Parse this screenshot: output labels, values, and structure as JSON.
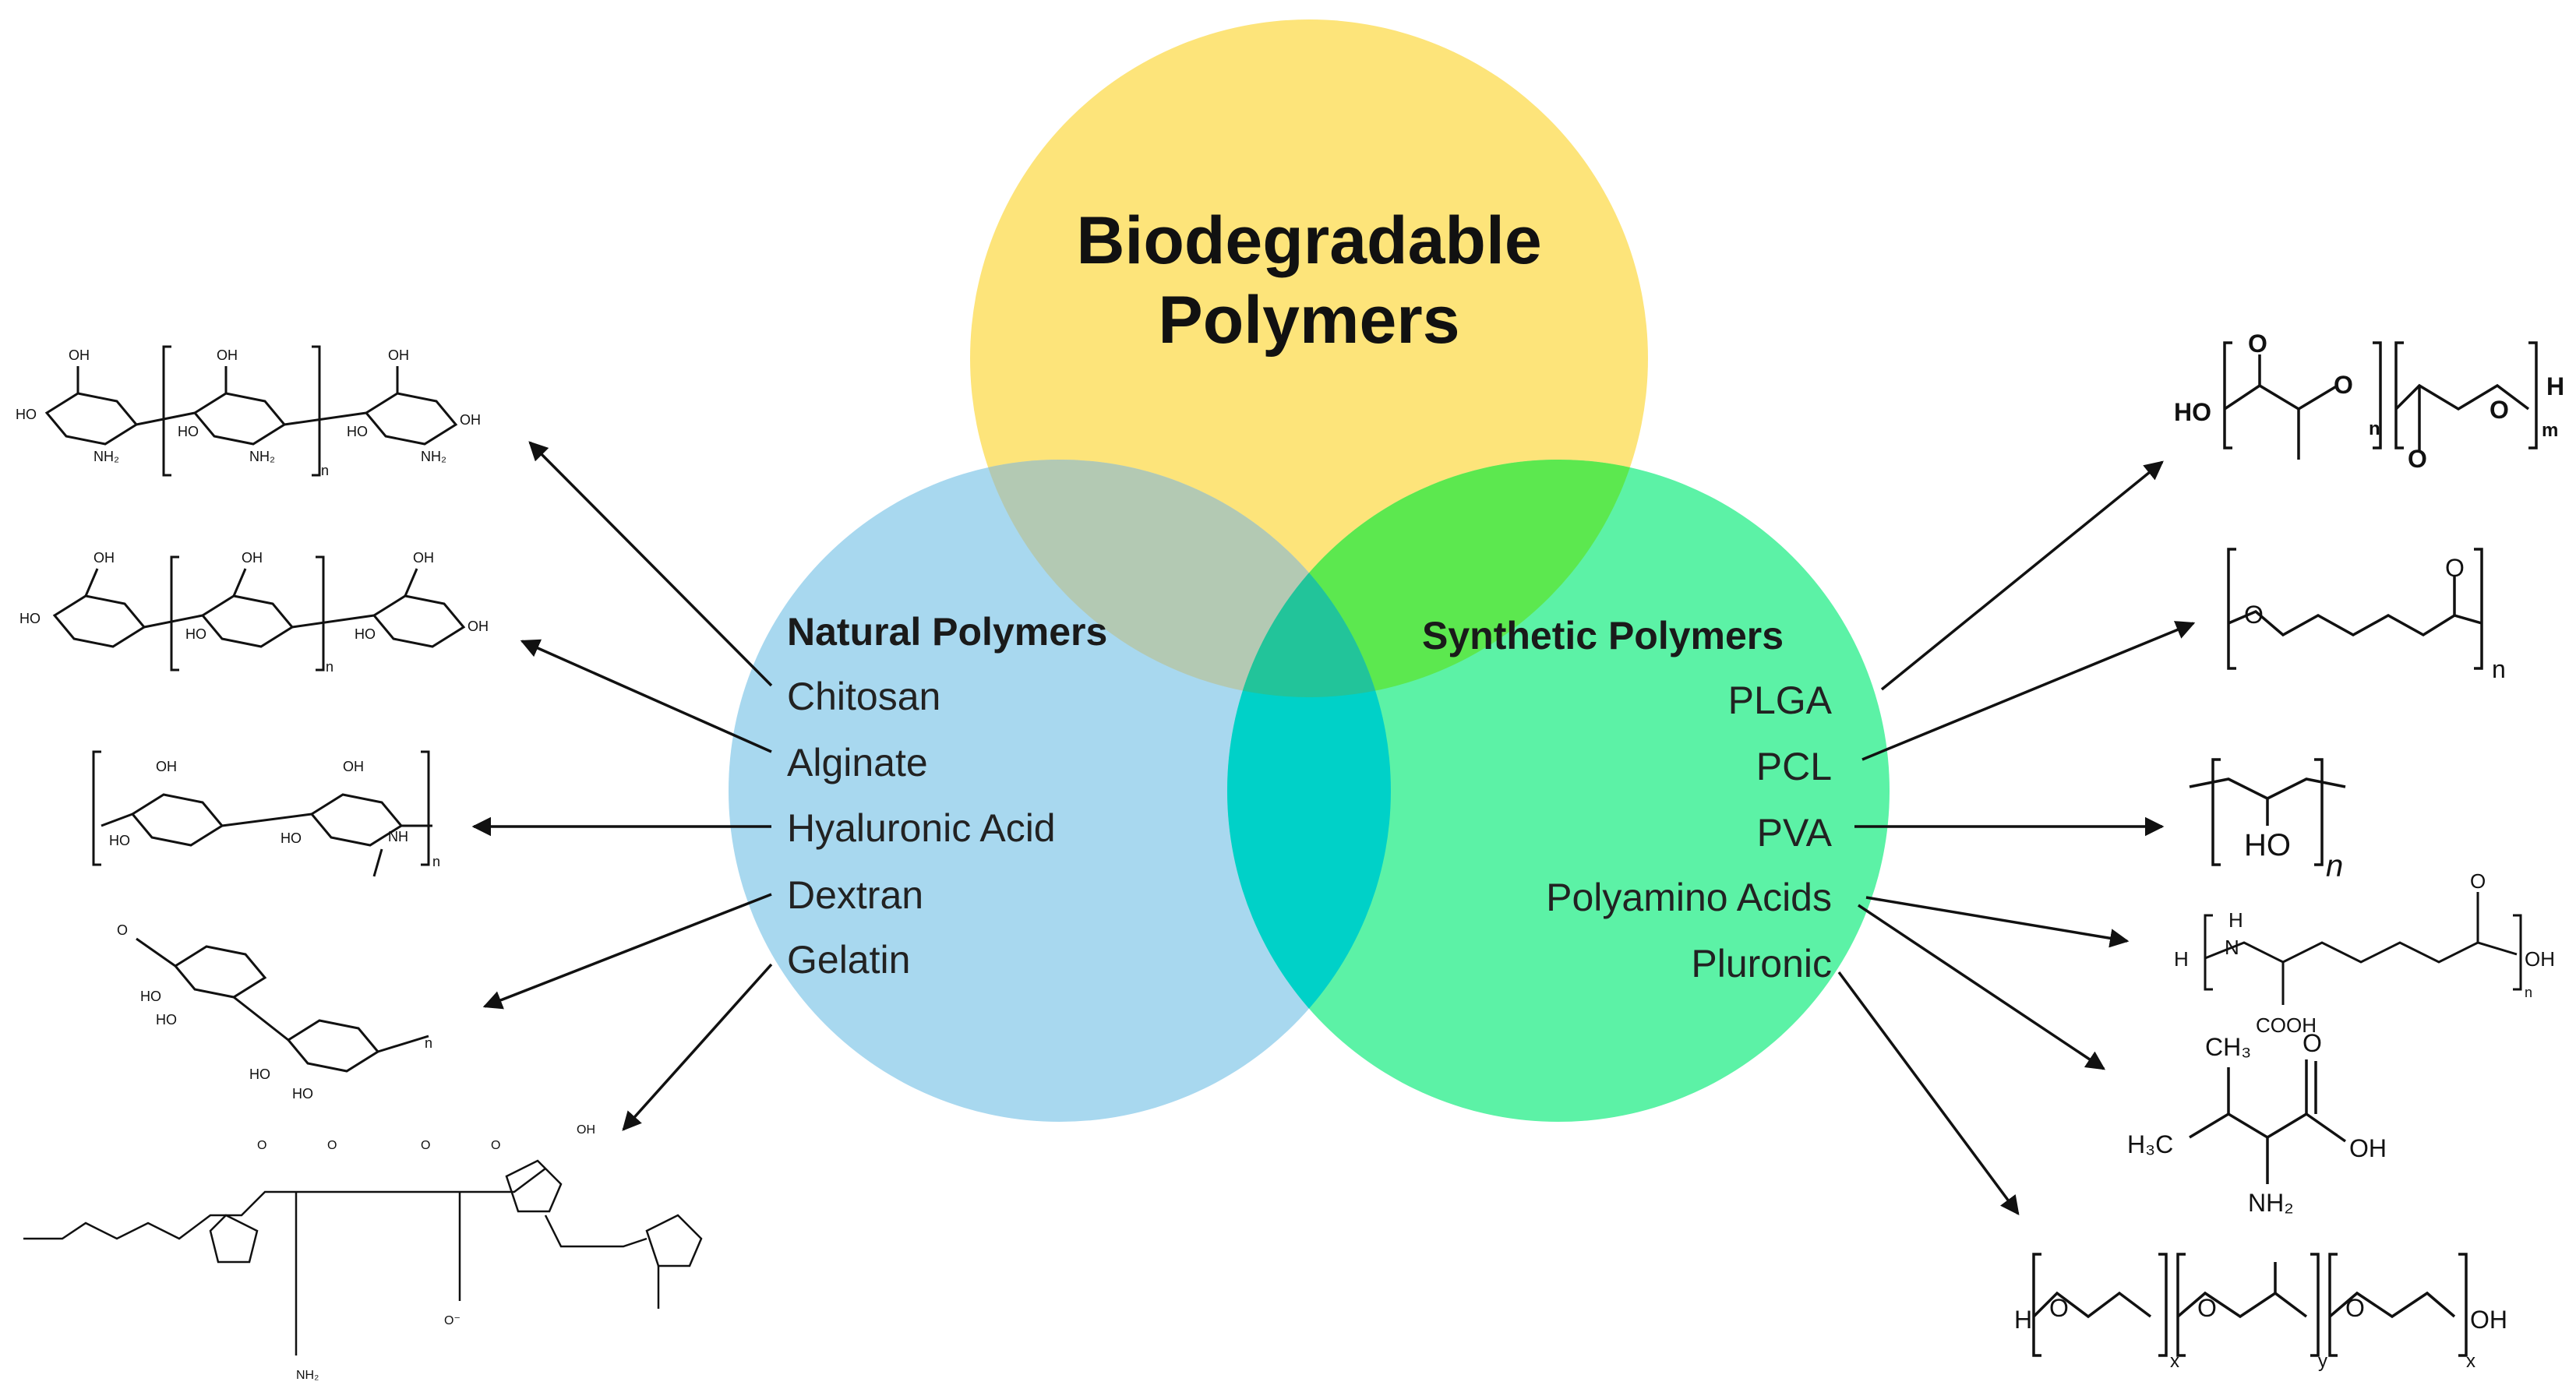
{
  "title": {
    "line1": "Biodegradable",
    "line2": "Polymers"
  },
  "natural": {
    "heading": "Natural Polymers",
    "items": [
      "Chitosan",
      "Alginate",
      "Hyaluronic Acid",
      "Dextran",
      "Gelatin"
    ]
  },
  "synthetic": {
    "heading": "Synthetic Polymers",
    "items": [
      "PLGA",
      "PCL",
      "PVA",
      "Polyamino Acids",
      "Pluronic"
    ]
  },
  "colors": {
    "top_circle": "#fde47a",
    "left_circle": "#a8d8ef",
    "right_circle": "#5cf2a6",
    "top_left_overlap": "#b3c9b3",
    "top_right_overlap": "#5ce84f",
    "left_right_overlap": "#00d1c8",
    "center_overlap": "#22c49a"
  },
  "structure_labels": {
    "chitosan": [
      "OH",
      "HO",
      "NH₂",
      "n"
    ],
    "plga": [
      "HO",
      "O",
      "n",
      "m",
      "H"
    ],
    "pcl": [
      "O",
      "n"
    ],
    "pva": [
      "HO",
      "n"
    ],
    "polyamino_acid": [
      "H",
      "N",
      "COOH",
      "OH",
      "n"
    ],
    "valine": [
      "CH₃",
      "H₃C",
      "NH₂",
      "OH",
      "O"
    ],
    "pluronic": [
      "H",
      "O",
      "x",
      "y",
      "OH"
    ]
  }
}
